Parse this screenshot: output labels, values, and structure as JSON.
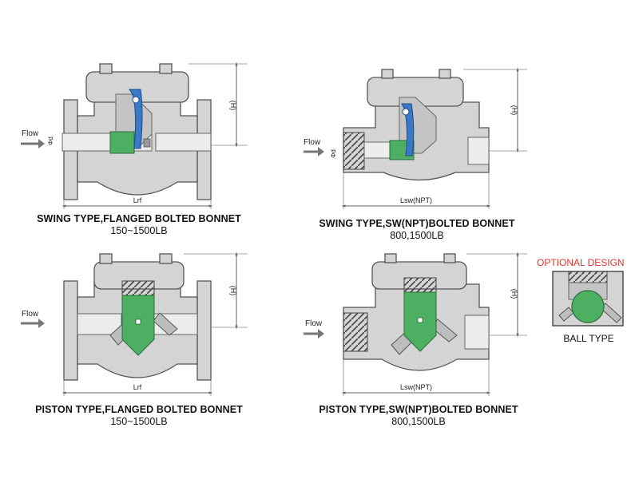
{
  "flow_label": "Flow",
  "height_label": "(H)",
  "diameter_label": "Φd",
  "diagrams": [
    {
      "title": "SWING TYPE,FLANGED BOLTED BONNET",
      "rating": "150~1500LB",
      "length_label": "Lrf"
    },
    {
      "title": "SWING TYPE,SW(NPT)BOLTED BONNET",
      "rating": "800,1500LB",
      "length_label": "Lsw(NPT)"
    },
    {
      "title": "PISTON TYPE,FLANGED BOLTED BONNET",
      "rating": "150~1500LB",
      "length_label": "Lrf"
    },
    {
      "title": "PISTON TYPE,SW(NPT)BOLTED BONNET",
      "rating": "800,1500LB",
      "length_label": "Lsw(NPT)"
    }
  ],
  "optional_design": {
    "title": "OPTIONAL DESIGN",
    "label": "BALL TYPE"
  },
  "colors": {
    "body": "#d4d4d4",
    "outline": "#555555",
    "swing_disc": "#3a78c8",
    "piston": "#4caf62",
    "optional_title": "#e0342a"
  }
}
